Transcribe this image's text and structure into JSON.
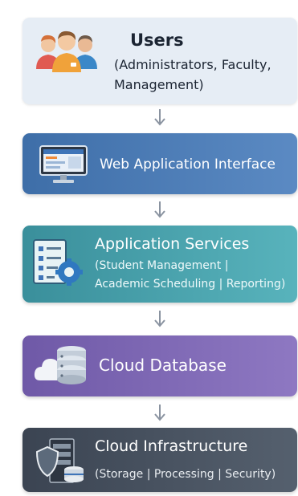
{
  "diagram": {
    "layers": [
      {
        "id": "users",
        "title": "Users",
        "subtitle": "(Administrators, Faculty, Management)",
        "icon": "users-group-icon"
      },
      {
        "id": "web",
        "title": "Web Application Interface",
        "icon": "monitor-icon"
      },
      {
        "id": "apps",
        "title": "Application Services",
        "subtitle_line1": "(Student Management |",
        "subtitle_line2": "Academic Scheduling | Reporting)",
        "icon": "document-gear-icon"
      },
      {
        "id": "db",
        "title": "Cloud Database",
        "icon": "cloud-database-icon"
      },
      {
        "id": "infra",
        "title": "Cloud Infrastructure",
        "subtitle": "(Storage | Processing | Security)",
        "icon": "server-shield-icon"
      }
    ],
    "arrow_icon": "down-arrow-icon",
    "colors": {
      "users_bg": "#e6edf5",
      "web_bg": "#4a7bb7",
      "apps_bg": "#47a2ad",
      "db_bg": "#7e68b5",
      "infra_bg": "#474f5d",
      "arrow": "#8a93a0"
    }
  }
}
